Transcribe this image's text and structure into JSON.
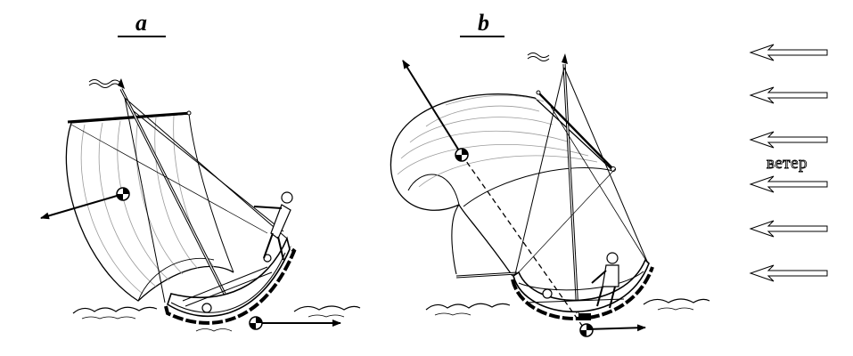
{
  "labels": {
    "panel_a": "a",
    "panel_b": "b",
    "wind": "ветер"
  },
  "colors": {
    "ink": "#000000",
    "sail_shading": "#9a9a9a",
    "background": "#ffffff"
  }
}
